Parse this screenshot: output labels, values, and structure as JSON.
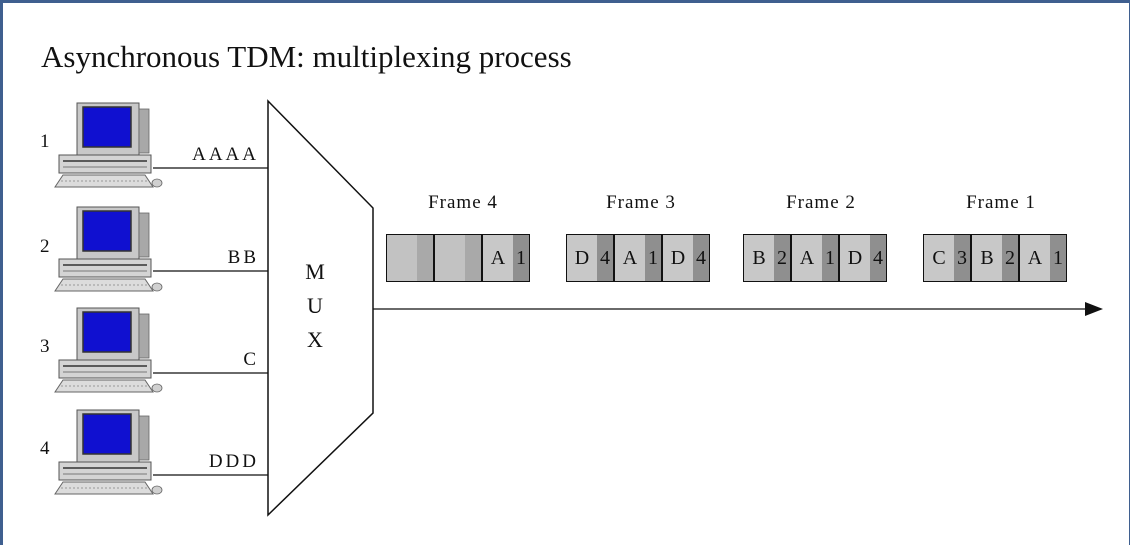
{
  "title": "Asynchronous TDM: multiplexing process",
  "colors": {
    "screen": "#1010d0",
    "border": "#3f5f8f",
    "slot_data": "#c8c8c8",
    "slot_addr": "#8f8f8f"
  },
  "sources": [
    {
      "number": "1",
      "stream": "AAAA",
      "icon": "computer-icon"
    },
    {
      "number": "2",
      "stream": "BB",
      "icon": "computer-icon"
    },
    {
      "number": "3",
      "stream": "C",
      "icon": "computer-icon"
    },
    {
      "number": "4",
      "stream": "DDD",
      "icon": "computer-icon"
    }
  ],
  "mux": {
    "letters": [
      "M",
      "U",
      "X"
    ]
  },
  "frames": [
    {
      "label": "Frame 4",
      "slots": [
        {
          "data": "",
          "addr": ""
        },
        {
          "data": "",
          "addr": ""
        },
        {
          "data": "A",
          "addr": "1"
        }
      ]
    },
    {
      "label": "Frame 3",
      "slots": [
        {
          "data": "D",
          "addr": "4"
        },
        {
          "data": "A",
          "addr": "1"
        },
        {
          "data": "D",
          "addr": "4"
        }
      ]
    },
    {
      "label": "Frame 2",
      "slots": [
        {
          "data": "B",
          "addr": "2"
        },
        {
          "data": "A",
          "addr": "1"
        },
        {
          "data": "D",
          "addr": "4"
        }
      ]
    },
    {
      "label": "Frame 1",
      "slots": [
        {
          "data": "C",
          "addr": "3"
        },
        {
          "data": "B",
          "addr": "2"
        },
        {
          "data": "A",
          "addr": "1"
        }
      ]
    }
  ]
}
